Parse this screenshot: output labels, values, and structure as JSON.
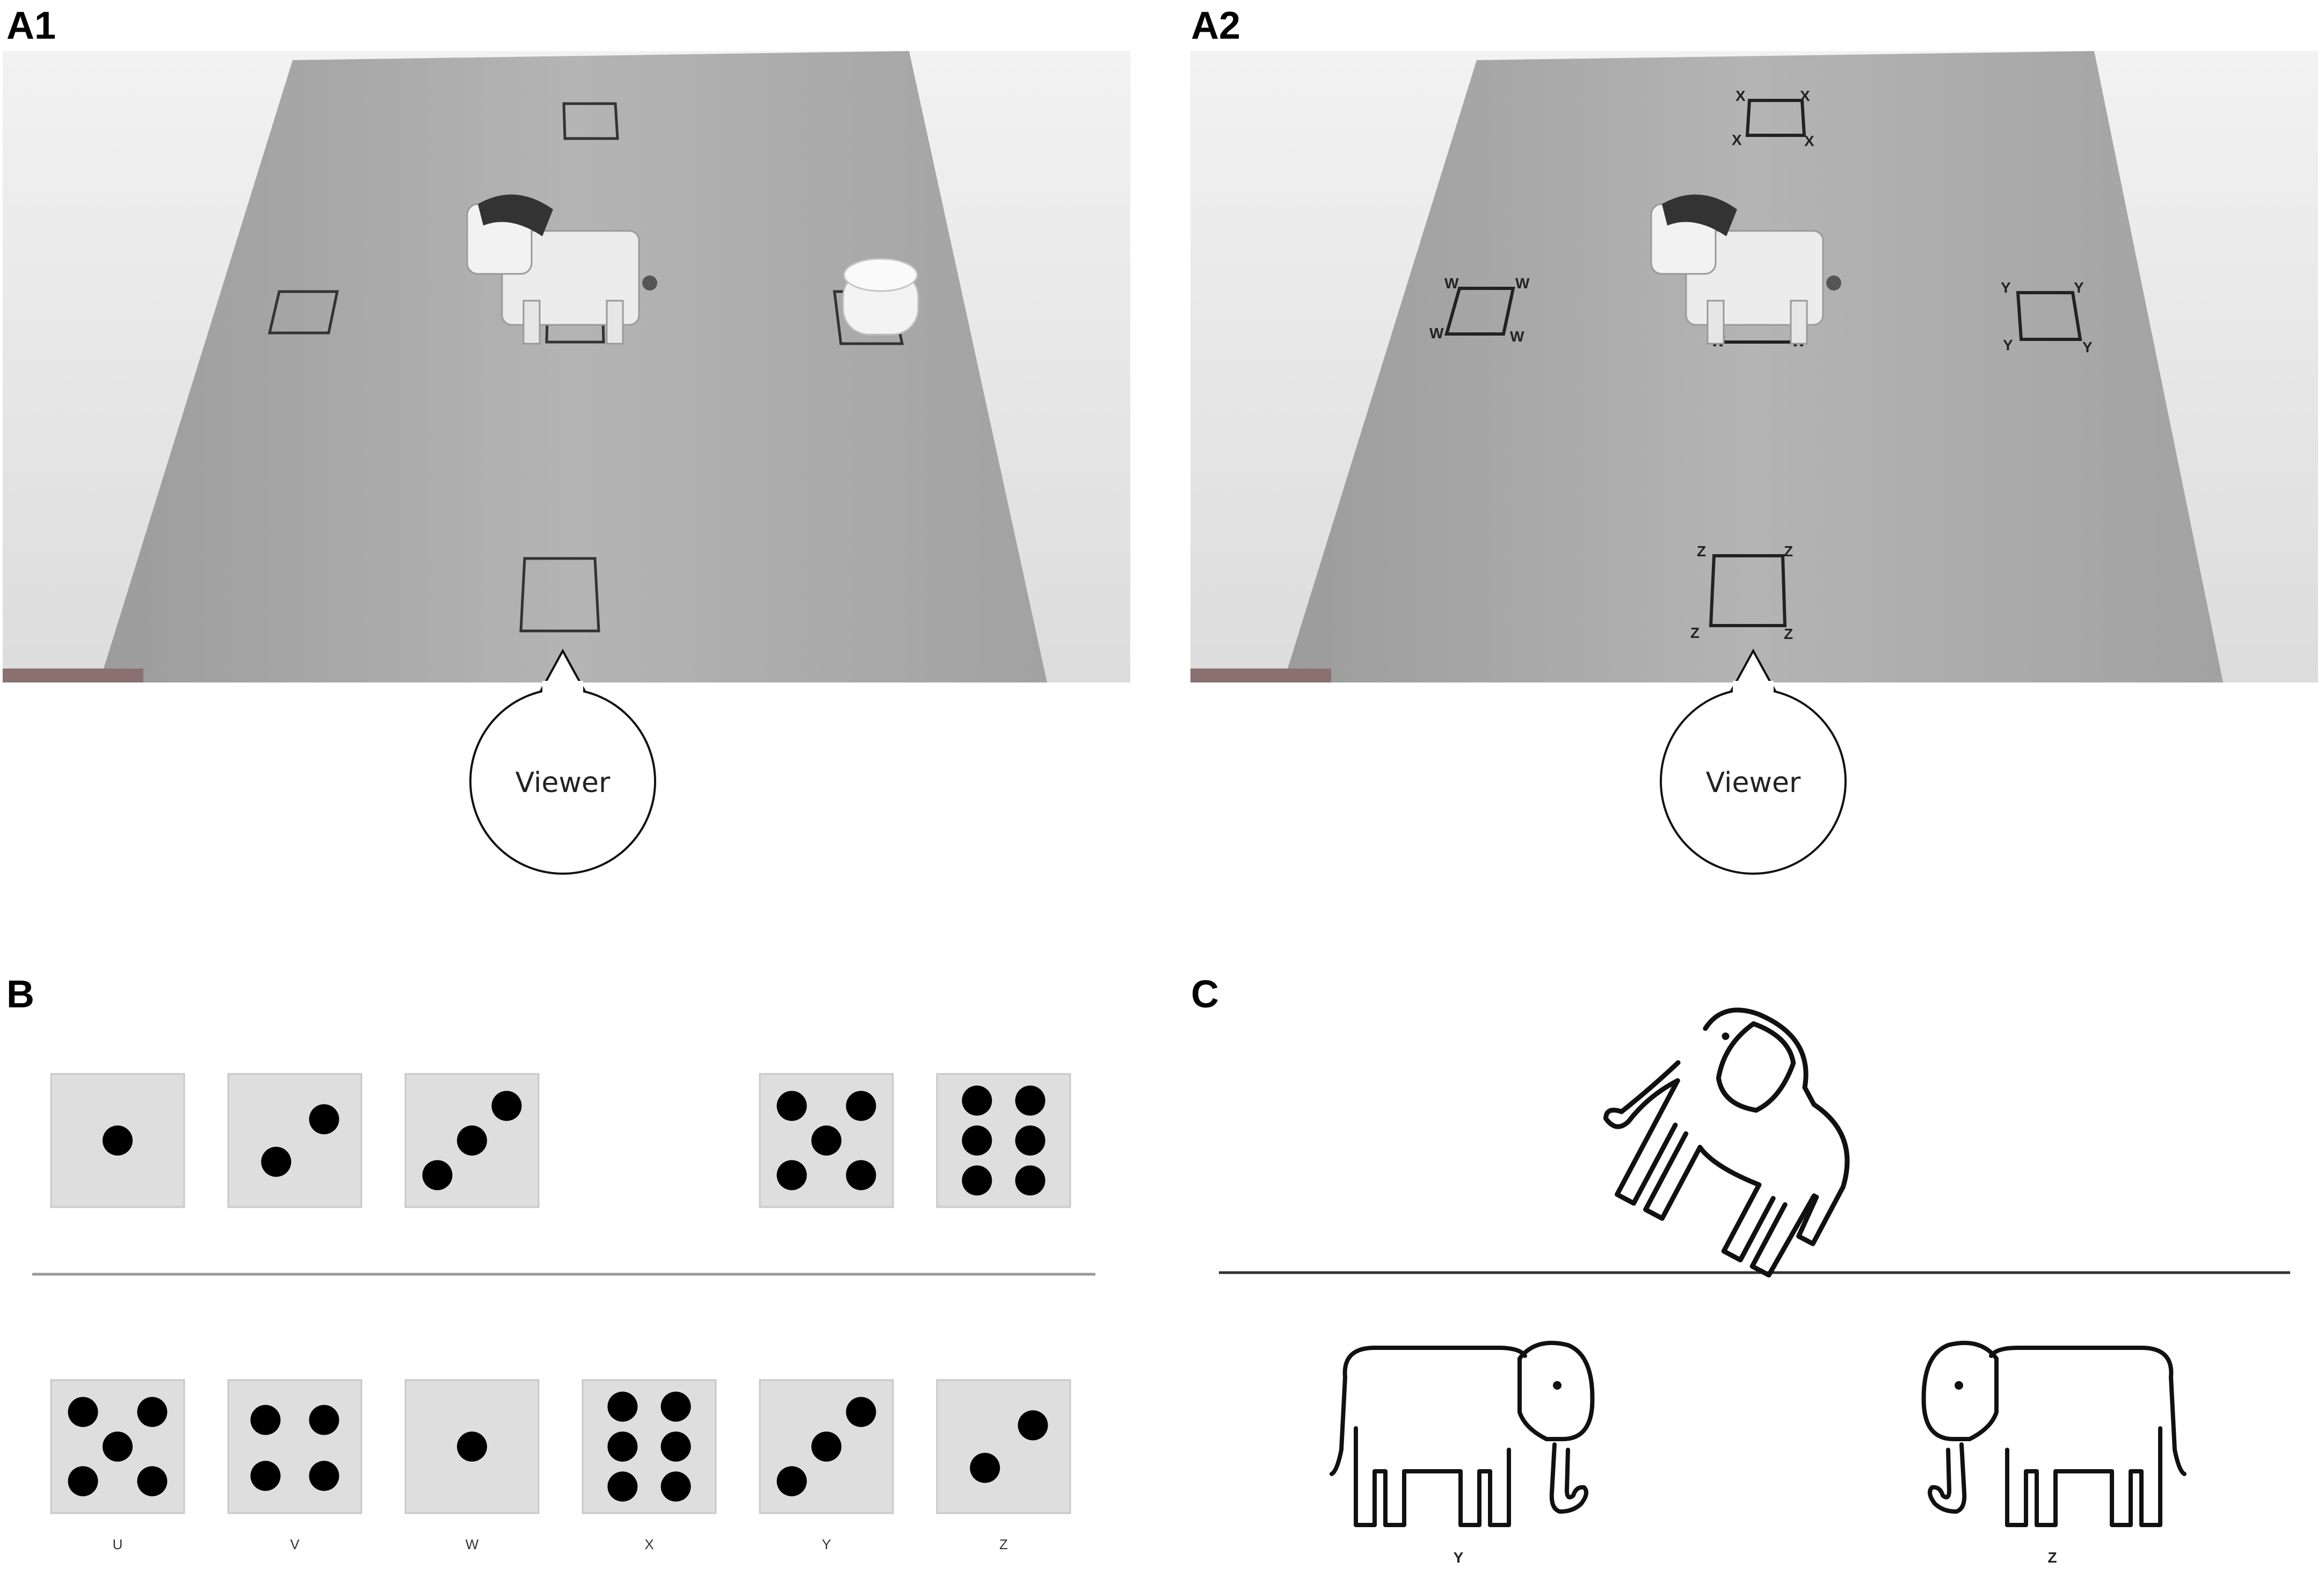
{
  "panels": {
    "a1": {
      "label": "A1",
      "viewer": "Viewer"
    },
    "a2": {
      "label": "A2",
      "viewer": "Viewer",
      "corner_marks": {
        "top": "X",
        "left": "W",
        "right": "Y",
        "bottom": "Z"
      }
    },
    "b": {
      "label": "B",
      "top_row_pips": [
        1,
        2,
        3,
        5,
        6
      ],
      "bottom_row": [
        {
          "pips": 5,
          "label": "U"
        },
        {
          "pips": 4,
          "label": "V"
        },
        {
          "pips": 1,
          "label": "W"
        },
        {
          "pips": 6,
          "label": "X"
        },
        {
          "pips": 3,
          "label": "Y"
        },
        {
          "pips": 2,
          "label": "Z"
        }
      ]
    },
    "c": {
      "label": "C",
      "options": [
        {
          "label": "Y"
        },
        {
          "label": "Z"
        }
      ]
    }
  },
  "colors": {
    "board": "#a9a9a9",
    "background_photo": "#e9e9e9",
    "die_face": "#dedede",
    "pip": "#000000",
    "line": "#333333"
  }
}
